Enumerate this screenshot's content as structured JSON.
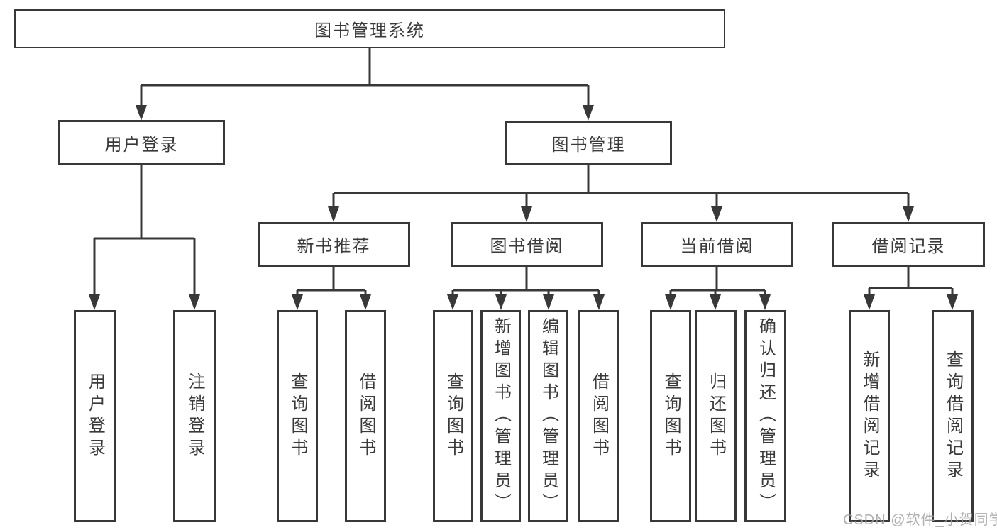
{
  "diagram": {
    "title": "图书管理系统",
    "type": "hierarchy-tree",
    "tree": {
      "root": {
        "label": "图书管理系统"
      },
      "branches": [
        {
          "label": "用户登录",
          "children": [
            {
              "label": "用户登录"
            },
            {
              "label": "注销登录"
            }
          ]
        },
        {
          "label": "图书管理",
          "children": [
            {
              "label": "新书推荐",
              "children": [
                {
                  "label": "查询图书"
                },
                {
                  "label": "借阅图书"
                }
              ]
            },
            {
              "label": "图书借阅",
              "children": [
                {
                  "label": "查询图书"
                },
                {
                  "label": "新增图书（管理员）"
                },
                {
                  "label": "编辑图书（管理员）"
                },
                {
                  "label": "借阅图书"
                }
              ]
            },
            {
              "label": "当前借阅",
              "children": [
                {
                  "label": "查询图书"
                },
                {
                  "label": "归还图书"
                },
                {
                  "label": "确认归还（管理员）"
                }
              ]
            },
            {
              "label": "借阅记录",
              "children": [
                {
                  "label": "新增借阅记录"
                },
                {
                  "label": "查询借阅记录"
                }
              ]
            }
          ]
        }
      ]
    },
    "watermark": "CSDN @软件_小贺同学"
  },
  "colors": {
    "line": "#383838",
    "text": "#3a3a3a",
    "background": "#ffffff",
    "watermark": "#a3a3a3"
  }
}
